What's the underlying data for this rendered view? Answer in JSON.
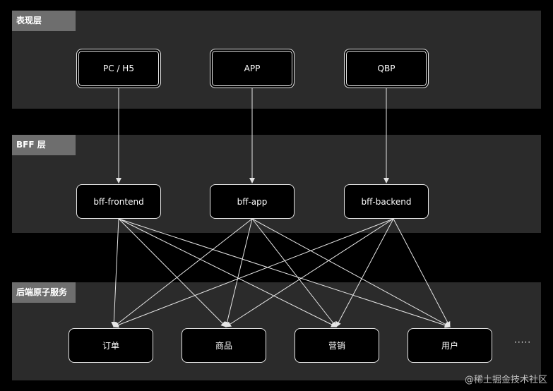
{
  "layers": [
    {
      "label": "表现层"
    },
    {
      "label": "BFF 层"
    },
    {
      "label": "后端原子服务"
    }
  ],
  "clients": [
    {
      "label": "PC /  H5"
    },
    {
      "label": "APP"
    },
    {
      "label": "QBP"
    }
  ],
  "bff": [
    {
      "label": "bff-frontend"
    },
    {
      "label": "bff-app"
    },
    {
      "label": "bff-backend"
    }
  ],
  "services": [
    {
      "label": "订单"
    },
    {
      "label": "商品"
    },
    {
      "label": "营销"
    },
    {
      "label": "用户"
    }
  ],
  "ellipsis": "·····",
  "watermark": "@稀土掘金技术社区",
  "colors": {
    "background": "#000000",
    "layer": "#2b2b2b",
    "tag": "#6e6e6e",
    "line": "#e6e6e6"
  }
}
